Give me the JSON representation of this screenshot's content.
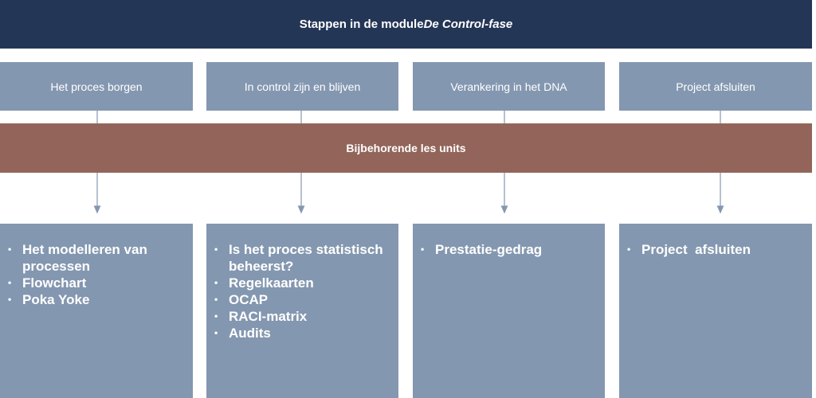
{
  "header": {
    "title_prefix": "Stappen in de module ",
    "title_emphasis": "De Control-fase"
  },
  "steps": [
    "Het proces borgen",
    "In control zijn en blijven",
    "Verankering in het DNA",
    "Project afsluiten"
  ],
  "band": {
    "label": "Bijbehorende les units"
  },
  "units": [
    {
      "items": [
        "Het modelleren van processen",
        "Flowchart",
        "Poka Yoke"
      ]
    },
    {
      "items": [
        "Is het proces statistisch beheerst?",
        "Regelkaarten",
        "OCAP",
        "RACI-matrix",
        "Audits"
      ]
    },
    {
      "items": [
        "Prestatie-gedrag"
      ]
    },
    {
      "items": [
        "Project  afsluiten"
      ]
    }
  ],
  "colors": {
    "header": "#243656",
    "step_box": "#8497b0",
    "band": "#93655a",
    "connector": "#8497b0"
  }
}
